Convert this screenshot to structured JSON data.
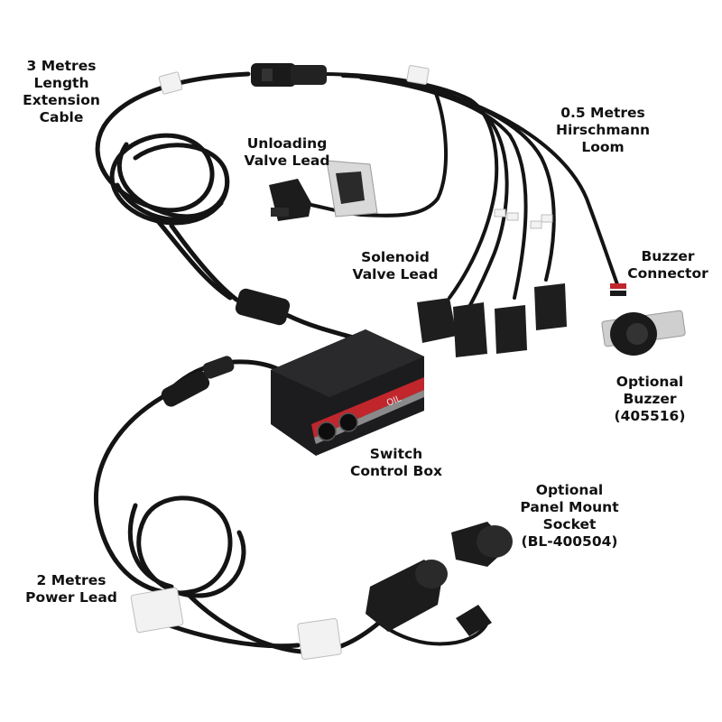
{
  "labels": {
    "extension_cable": [
      "3 Metres",
      "Length",
      "Extension",
      "Cable"
    ],
    "hirschmann_loom": [
      "0.5 Metres",
      "Hirschmann",
      "Loom"
    ],
    "unloading_valve": [
      "Unloading",
      "Valve Lead"
    ],
    "solenoid_valve": [
      "Solenoid",
      "Valve Lead"
    ],
    "buzzer_connector": [
      "Buzzer",
      "Connector"
    ],
    "optional_buzzer": [
      "Optional",
      "Buzzer",
      "(405516)"
    ],
    "switch_box": [
      "Switch",
      "Control Box"
    ],
    "panel_socket": [
      "Optional",
      "Panel Mount",
      "Socket",
      "(BL-400504)"
    ],
    "power_lead": [
      "2 Metres",
      "Power Lead"
    ]
  },
  "control_box": {
    "brand_text": "OIL"
  },
  "colors": {
    "cable": "#141414",
    "box_body": "#1c1c1e",
    "stripe_red": "#c0262c",
    "tag_white": "#f2f2f2"
  }
}
